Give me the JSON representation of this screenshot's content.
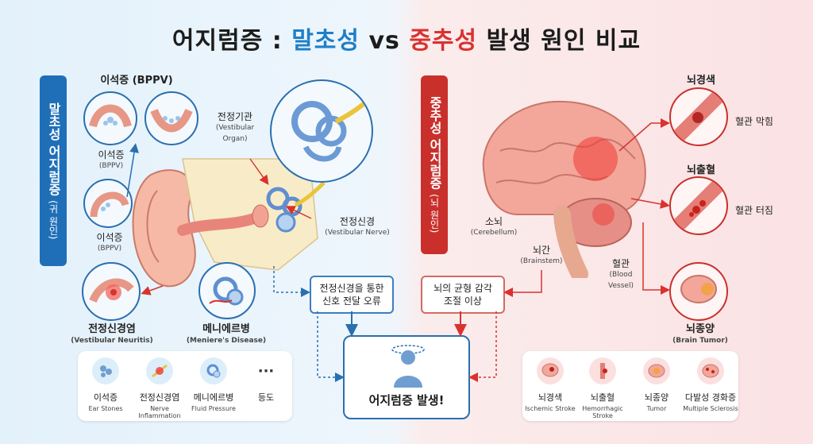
{
  "title": {
    "prefix": "어지럼증 : ",
    "peripheral": "말초성",
    "vs": " vs ",
    "central": "중추성",
    "suffix": " 발생 원인 비교"
  },
  "left_tab": {
    "main": "말초성 어지럼증",
    "sub": "(귀 원인)"
  },
  "right_tab": {
    "main": "중추성 어지럼증",
    "sub": "(뇌 원인)"
  },
  "left_labels": {
    "bppv_top": "이석증 (BPPV)",
    "bppv_mid": "이석증",
    "bppv_mid_en": "(BPPV)",
    "bppv_low": "이석증",
    "bppv_low_en": "(BPPV)",
    "vestibular_organ": "전정기관",
    "vestibular_organ_en": "(Vestibular Organ)",
    "vestibular_nerve": "전정신경",
    "vestibular_nerve_en": "(Vestibular Nerve)",
    "neuritis": "전정신경염",
    "neuritis_en": "(Vestibular Neuritis)",
    "meniere": "메니에르병",
    "meniere_en": "(Meniere's Disease)"
  },
  "left_box": {
    "line1": "전정신경을 통한",
    "line2": "신호 전달 오류"
  },
  "right_box": {
    "line1": "뇌의 균형 감각",
    "line2": "조절 이상"
  },
  "result": "어지럼증 발생!",
  "right_labels": {
    "cerebellum": "소뇌",
    "cerebellum_en": "(Cerebellum)",
    "brainstem": "뇌간",
    "brainstem_en": "(Brainstem)",
    "vessel": "혈관",
    "vessel_en": "(Blood Vessel)",
    "infarction": "뇌경색",
    "infarction_note": "혈관 막힘",
    "hemorrhage": "뇌출혈",
    "hemorrhage_note": "혈관 터짐",
    "tumor": "뇌종양",
    "tumor_en": "(Brain Tumor)"
  },
  "left_legend": [
    {
      "title": "이석증",
      "sub": "Ear Stones",
      "icon": "ear-stones-icon"
    },
    {
      "title": "전정신경염",
      "sub": "Nerve Inflammation",
      "icon": "nerve-inflammation-icon"
    },
    {
      "title": "메니에르병",
      "sub": "Fluid Pressure",
      "icon": "fluid-pressure-icon"
    },
    {
      "title": "등도",
      "sub": "",
      "icon": "more-icon",
      "symbol": "···"
    }
  ],
  "right_legend": [
    {
      "title": "뇌경색",
      "sub": "Ischemic Stroke",
      "icon": "ischemic-stroke-icon"
    },
    {
      "title": "뇌출혈",
      "sub": "Hemorrhagic Stroke",
      "icon": "hemorrhagic-stroke-icon"
    },
    {
      "title": "뇌종양",
      "sub": "Tumor",
      "icon": "tumor-icon"
    },
    {
      "title": "다발성 경화증",
      "sub": "Multiple Sclerosis",
      "icon": "multiple-sclerosis-icon"
    }
  ],
  "colors": {
    "peripheral": "#1f6fb8",
    "central": "#c9302c",
    "arrow_red": "#d9322f",
    "arrow_blue": "#2a6fb0"
  }
}
